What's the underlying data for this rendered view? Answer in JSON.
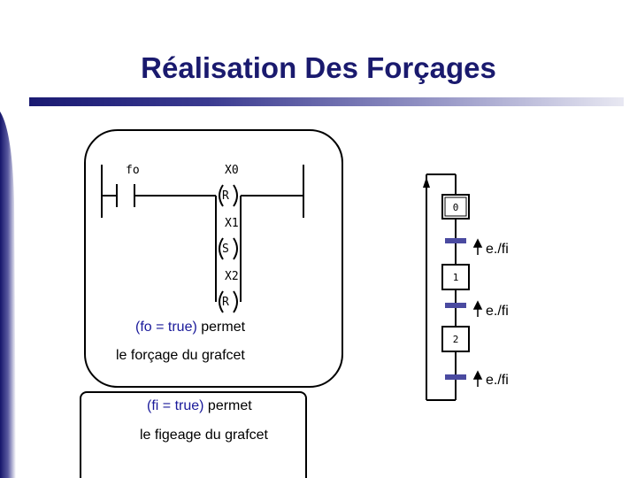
{
  "title": "Réalisation Des Forçages",
  "ladder": {
    "contact_label": "fo",
    "coils": [
      "X0",
      "X1",
      "X2"
    ],
    "coil_types": [
      "R",
      "S",
      "R"
    ],
    "note_line1_prefix": "(fo = true)",
    "note_line1_suffix": " permet",
    "note_line2": "le forçage du grafcet"
  },
  "figeage": {
    "line1_prefix": "(fi = true)",
    "line1_suffix": " permet",
    "line2": "le figeage du grafcet"
  },
  "grafcet": {
    "steps": [
      "0",
      "1",
      "2"
    ],
    "transitions": [
      "e./fi",
      "e./fi",
      "e./fi"
    ]
  },
  "colors": {
    "title": "#1a1a6e",
    "accent": "#1a1a9a",
    "transition_bar": "#4a4aa0"
  }
}
